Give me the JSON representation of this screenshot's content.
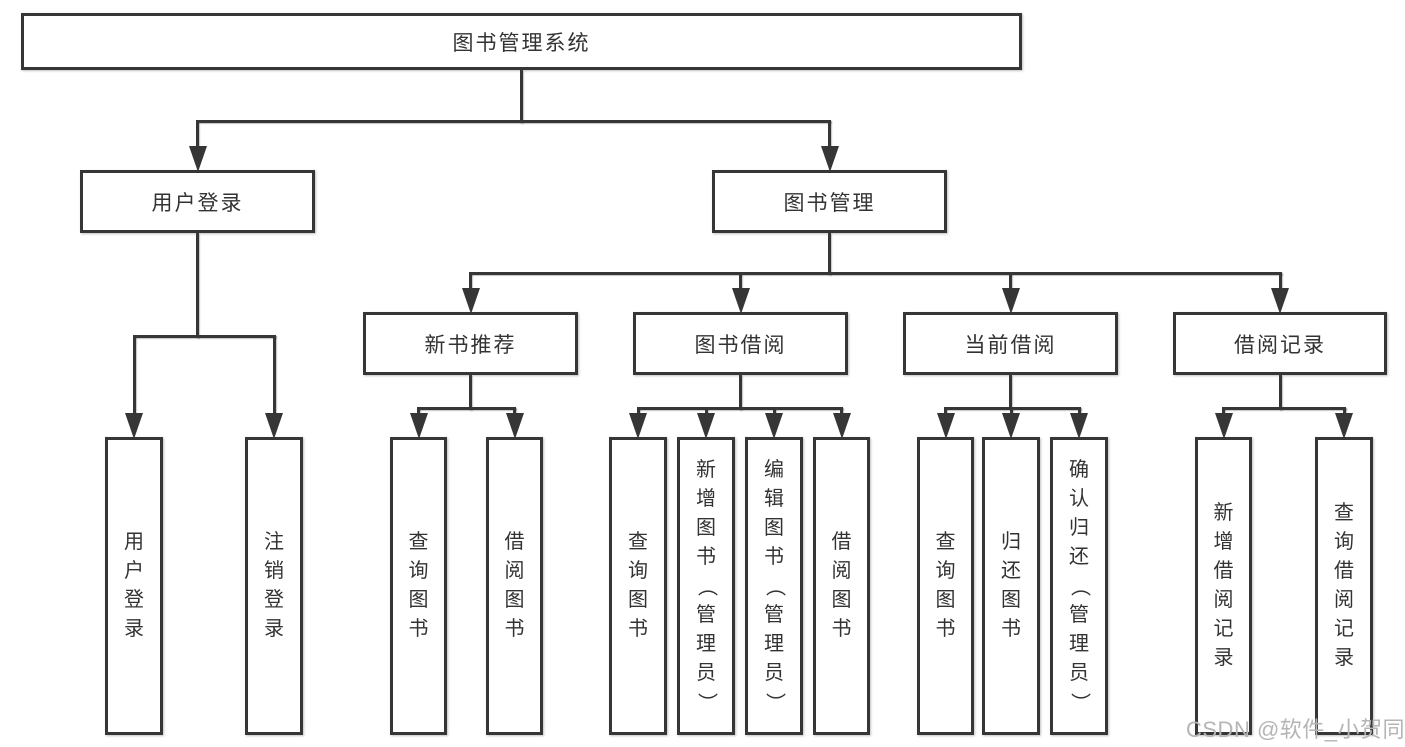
{
  "diagram": {
    "title": "图书管理系统",
    "type": "hierarchy-tree",
    "colors": {
      "line": "#363636",
      "text": "#333333",
      "box_fill": "#ffffff",
      "watermark": "#b5b5b5"
    },
    "nodes": [
      {
        "id": "root",
        "label": "图书管理系统",
        "parent": null
      },
      {
        "id": "login",
        "label": "用户登录",
        "parent": "root"
      },
      {
        "id": "mgmt",
        "label": "图书管理",
        "parent": "root"
      },
      {
        "id": "u1",
        "label": "用户登录",
        "parent": "login"
      },
      {
        "id": "u2",
        "label": "注销登录",
        "parent": "login"
      },
      {
        "id": "rec",
        "label": "新书推荐",
        "parent": "mgmt"
      },
      {
        "id": "bor",
        "label": "图书借阅",
        "parent": "mgmt"
      },
      {
        "id": "cur",
        "label": "当前借阅",
        "parent": "mgmt"
      },
      {
        "id": "his",
        "label": "借阅记录",
        "parent": "mgmt"
      },
      {
        "id": "r1",
        "label": "查询图书",
        "parent": "rec"
      },
      {
        "id": "r2",
        "label": "借阅图书",
        "parent": "rec"
      },
      {
        "id": "b1",
        "label": "查询图书",
        "parent": "bor"
      },
      {
        "id": "b2",
        "label": "新增图书（管理员）",
        "parent": "bor"
      },
      {
        "id": "b3",
        "label": "编辑图书（管理员）",
        "parent": "bor"
      },
      {
        "id": "b4",
        "label": "借阅图书",
        "parent": "bor"
      },
      {
        "id": "c1",
        "label": "查询图书",
        "parent": "cur"
      },
      {
        "id": "c2",
        "label": "归还图书",
        "parent": "cur"
      },
      {
        "id": "c3",
        "label": "确认归还（管理员）",
        "parent": "cur"
      },
      {
        "id": "h1",
        "label": "新增借阅记录",
        "parent": "his"
      },
      {
        "id": "h2",
        "label": "查询借阅记录",
        "parent": "his"
      }
    ]
  },
  "watermark": {
    "text": "CSDN @软件_小贺同学"
  }
}
